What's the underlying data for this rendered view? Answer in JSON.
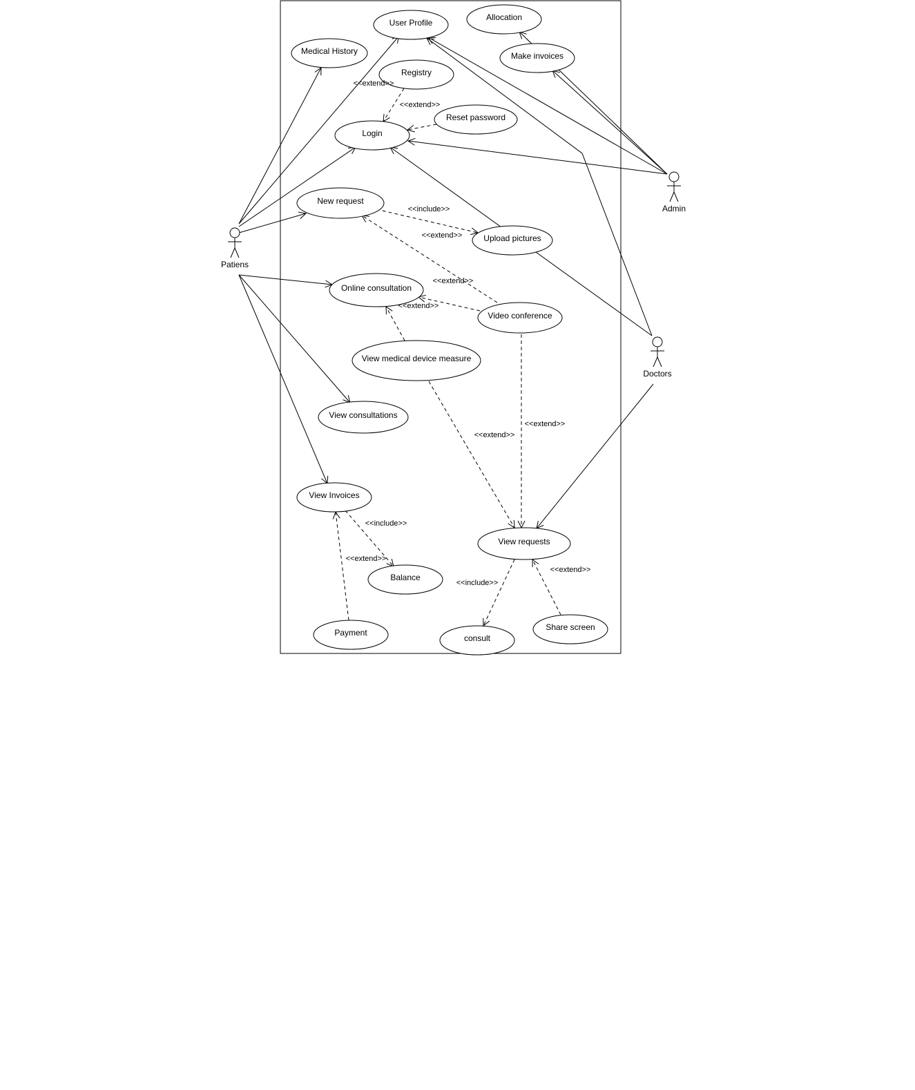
{
  "actors": [
    {
      "id": "patient",
      "label": "Patiens"
    },
    {
      "id": "admin",
      "label": "Admin"
    },
    {
      "id": "doctor",
      "label": "Doctors"
    }
  ],
  "use_cases": [
    {
      "id": "user_profile",
      "label": "User Profile"
    },
    {
      "id": "allocation",
      "label": "Allocation"
    },
    {
      "id": "medical_history",
      "label": "Medical History"
    },
    {
      "id": "make_invoices",
      "label": "Make invoices"
    },
    {
      "id": "registry",
      "label": "Registry"
    },
    {
      "id": "reset_password",
      "label": "Reset password"
    },
    {
      "id": "login",
      "label": "Login"
    },
    {
      "id": "new_request",
      "label": "New request"
    },
    {
      "id": "upload_pictures",
      "label": "Upload pictures"
    },
    {
      "id": "online_consultation",
      "label": "Online consultation"
    },
    {
      "id": "video_conference",
      "label": "Video conference"
    },
    {
      "id": "view_medical_device",
      "label": "View medical device measure"
    },
    {
      "id": "view_consultations",
      "label": "View consultations"
    },
    {
      "id": "view_invoices",
      "label": "View Invoices"
    },
    {
      "id": "view_requests",
      "label": "View requests"
    },
    {
      "id": "balance",
      "label": "Balance"
    },
    {
      "id": "payment",
      "label": "Payment"
    },
    {
      "id": "consult",
      "label": "consult"
    },
    {
      "id": "share_screen",
      "label": "Share screen"
    }
  ],
  "relations": [
    {
      "from": "patient",
      "to": "medical_history",
      "type": "association"
    },
    {
      "from": "patient",
      "to": "user_profile",
      "type": "association"
    },
    {
      "from": "patient",
      "to": "login",
      "type": "association"
    },
    {
      "from": "patient",
      "to": "new_request",
      "type": "association"
    },
    {
      "from": "patient",
      "to": "online_consultation",
      "type": "association"
    },
    {
      "from": "patient",
      "to": "view_consultations",
      "type": "association"
    },
    {
      "from": "patient",
      "to": "view_invoices",
      "type": "association"
    },
    {
      "from": "admin",
      "to": "allocation",
      "type": "association"
    },
    {
      "from": "admin",
      "to": "make_invoices",
      "type": "association"
    },
    {
      "from": "admin",
      "to": "user_profile",
      "type": "association"
    },
    {
      "from": "admin",
      "to": "login",
      "type": "association"
    },
    {
      "from": "doctor",
      "to": "user_profile",
      "type": "association"
    },
    {
      "from": "doctor",
      "to": "login",
      "type": "association"
    },
    {
      "from": "doctor",
      "to": "view_requests",
      "type": "association"
    },
    {
      "from": "registry",
      "to": "login",
      "type": "extend",
      "label": "<<extend>>"
    },
    {
      "from": "reset_password",
      "to": "login",
      "type": "extend",
      "label": "<<extend>>"
    },
    {
      "from": "new_request",
      "to": "upload_pictures",
      "type": "include",
      "label": "<<include>>"
    },
    {
      "from": "video_conference",
      "to": "new_request",
      "type": "extend",
      "label": "<<extend>>"
    },
    {
      "from": "video_conference",
      "to": "online_consultation",
      "type": "extend",
      "label": "<<extend>>"
    },
    {
      "from": "view_medical_device",
      "to": "online_consultation",
      "type": "extend",
      "label": ""
    },
    {
      "from": "video_conference",
      "to": "view_requests",
      "type": "extend",
      "label": "<<extend>>"
    },
    {
      "from": "view_medical_device",
      "to": "view_requests",
      "type": "extend",
      "label": "<<extend>>"
    },
    {
      "from": "view_invoices",
      "to": "balance",
      "type": "include",
      "label": "<<include>>"
    },
    {
      "from": "payment",
      "to": "view_invoices",
      "type": "extend",
      "label": "<<extend>>"
    },
    {
      "from": "view_requests",
      "to": "consult",
      "type": "include",
      "label": "<<include>>"
    },
    {
      "from": "share_screen",
      "to": "view_requests",
      "type": "extend",
      "label": "<<extend>>"
    }
  ],
  "stray_labels": [
    {
      "label": "<<extend>>"
    },
    {
      "label": "<<extend>>"
    }
  ]
}
